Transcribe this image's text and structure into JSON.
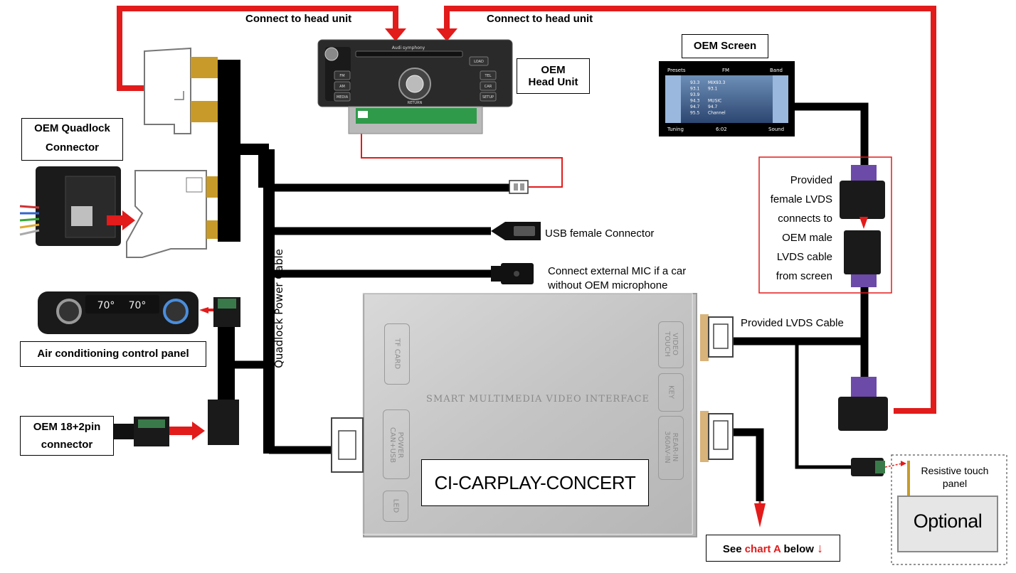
{
  "labels": {
    "connect_head_unit_left": "Connect to head unit",
    "connect_head_unit_right": "Connect to head unit",
    "oem_head_unit": "OEM\nHead Unit",
    "oem_screen": "OEM Screen",
    "oem_quadlock": "OEM Quadlock\nConnector",
    "quadlock_cable": "Quadlock Power Cable",
    "usb_female": "USB female Connector",
    "external_mic": "Connect external MIC if a car\nwithout OEM microphone",
    "ac_panel": "Air conditioning control panel",
    "oem_18_2pin": "OEM 18+2pin\nconnector",
    "lvds_provided": "Provided\nfemale LVDS\nconnects to\nOEM male\nLVDS cable\nfrom screen",
    "lvds_cable": "Provided LVDS Cable",
    "resistive_touch": "Resistive touch\npanel",
    "optional": "Optional",
    "see_chart_prefix": "See ",
    "see_chart_mid": "chart A",
    "see_chart_suffix": " below",
    "module_title": "SMART MULTIMEDIA VIDEO INTERFACE",
    "module_model": "CI-CARPLAY-CONCERT"
  },
  "module_ports": {
    "tf_card": "TF CARD",
    "power": "POWER\nCAN+USB",
    "led": "LED",
    "video_touch": "VIDEO\nTOUCH",
    "key": "KEY",
    "rear_in": "REAR-IN\n360AV-IN"
  },
  "head_unit": {
    "brand": "Audi symphony",
    "buttons_left": [
      "FM",
      "AM",
      "MEDIA"
    ],
    "buttons_right": [
      "TEL",
      "CAR",
      "SETUP"
    ],
    "load": "LOAD",
    "return": "RETURN"
  },
  "oem_screen_display": {
    "header_left": "Presets",
    "header_mid": "FM",
    "header_right": "Band",
    "rows": [
      {
        "freq": "93.3",
        "name": "MIX93.3"
      },
      {
        "freq": "93.1",
        "name": "93.1"
      },
      {
        "freq": "93.9",
        "name": ""
      },
      {
        "freq": "94.3",
        "name": "MUSIC"
      },
      {
        "freq": "94.7",
        "name": "94.7"
      },
      {
        "freq": "95.5",
        "name": "Channel"
      }
    ],
    "footer_left": "Tuning",
    "footer_time": "6:02",
    "footer_right": "Sound"
  },
  "ac_panel_display": {
    "temp_left": "70°",
    "temp_right": "70°"
  },
  "colors": {
    "wire": "#000000",
    "signal": "#e21b1b",
    "module": "#c9c9c9",
    "gold": "#c79a2a"
  }
}
